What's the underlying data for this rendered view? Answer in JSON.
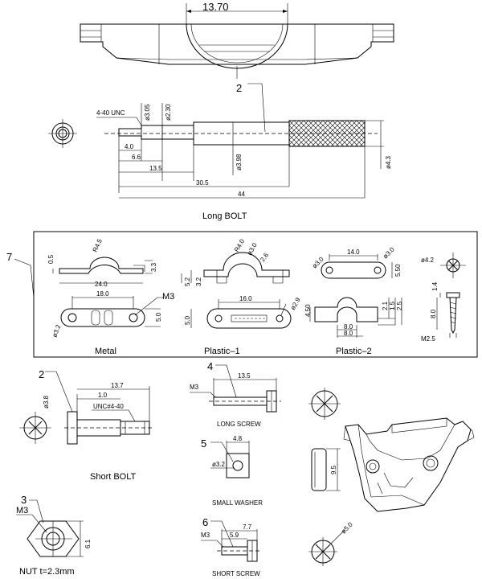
{
  "top_part": {
    "width_dim": "13.70"
  },
  "long_bolt": {
    "callout": "2",
    "thread": "4-40 UNC",
    "d1": "ø3.05",
    "d2": "ø2.30",
    "d3": "ø3.98",
    "d4": "ø4.3",
    "l1": "4.0",
    "l2": "6.6",
    "l3": "13.5",
    "l4": "30.5",
    "l5": "44",
    "caption": "Long BOLT"
  },
  "bracket_box": {
    "callout": "7",
    "metal": {
      "caption": "Metal",
      "h1": "0.5",
      "r": "R4.5",
      "h2": "3.3",
      "w1": "24.0",
      "w2": "18.0",
      "screw": "M3",
      "h3": "5.0",
      "d": "ø3.2"
    },
    "plastic1": {
      "caption": "Plastic–1",
      "r": "R4.0",
      "d1": "ø3.0",
      "t": "2.6",
      "h1": "5.2",
      "h2": "3.2",
      "w": "16.0",
      "d2": "ø2.9",
      "h3": "5.0"
    },
    "plastic2": {
      "caption": "Plastic–2",
      "w1": "14.0",
      "d1": "ø3.0",
      "d2": "ø3.0",
      "h1": "5.50",
      "h2": "4.50",
      "w2": "8.0",
      "w3": "8.0",
      "s1": "2.1",
      "s2": "1.5",
      "s3": "2.5"
    },
    "screw": {
      "d": "ø4.2",
      "h": "1.4",
      "l": "8.0",
      "size": "M2.5"
    }
  },
  "short_bolt": {
    "callout": "2",
    "d": "ø3.8",
    "l1": "13.7",
    "l2": "1.0",
    "thread": "UNC#4-40",
    "caption": "Short BOLT"
  },
  "long_screw": {
    "callout": "4",
    "size": "M3",
    "l": "13.5",
    "caption": "LONG SCREW"
  },
  "small_washer": {
    "callout": "5",
    "w": "4.8",
    "d": "ø3.2",
    "caption": "SMALL WASHER"
  },
  "short_screw": {
    "callout": "6",
    "size": "M3",
    "l1": "7.7",
    "l2": "5.9",
    "caption": "SHORT SCREW"
  },
  "nut": {
    "callout": "3",
    "size": "M3",
    "w": "6.1",
    "caption": "NUT  t=2.3mm"
  },
  "cover": {
    "h": "9.5",
    "d": "ø5.0"
  }
}
